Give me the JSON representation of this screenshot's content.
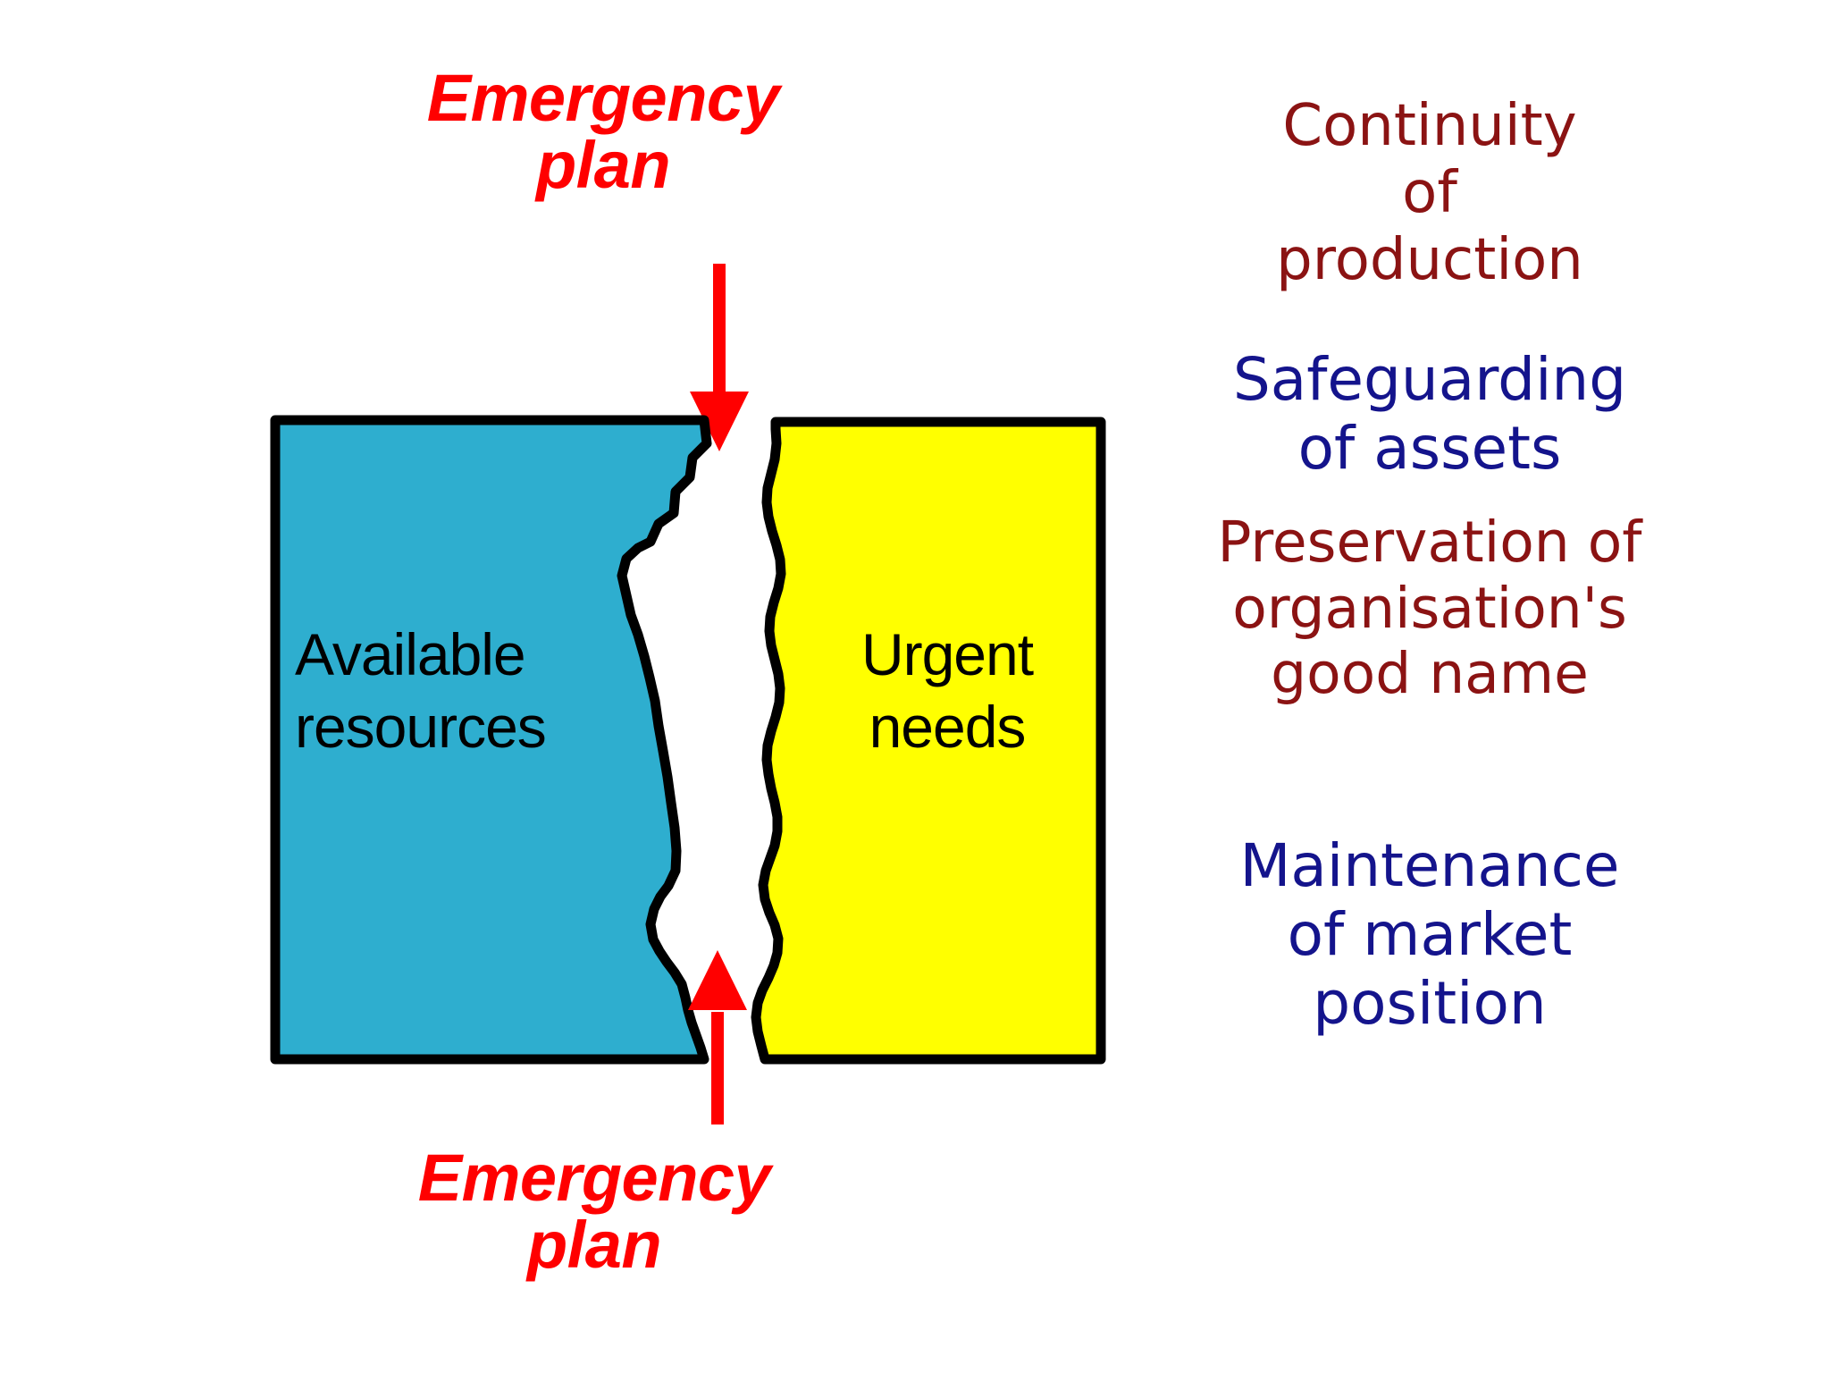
{
  "slide": {
    "background_color": "#ffffff"
  },
  "diagram": {
    "title_label_top": "Emergency\nplan",
    "title_label_bottom": "Emergency\nplan",
    "label_color": "#FF0000",
    "arrow_color": "#FF0000",
    "outline_color": "#000000",
    "left_box": {
      "label": "Available\nresources",
      "fill_color": "#2EAECF",
      "text_color": "#000000"
    },
    "right_box": {
      "label": "Urgent\nneeds",
      "fill_color": "#FFFF00",
      "text_color": "#000000"
    },
    "gap": {
      "name": "torn-gap",
      "fill_color": "#FFFFFF"
    },
    "arrows": [
      {
        "name": "arrow-top",
        "direction": "down"
      },
      {
        "name": "arrow-bottom",
        "direction": "up"
      }
    ]
  },
  "objectives": [
    {
      "text": "Continuity\nof\nproduction",
      "color": "#8B1313"
    },
    {
      "text": "Safeguarding\nof assets",
      "color": "#14148C"
    },
    {
      "text": "Preservation of\norganisation's\ngood name",
      "color": "#8B1313"
    },
    {
      "text": "Maintenance\nof market\nposition",
      "color": "#14148C"
    }
  ]
}
